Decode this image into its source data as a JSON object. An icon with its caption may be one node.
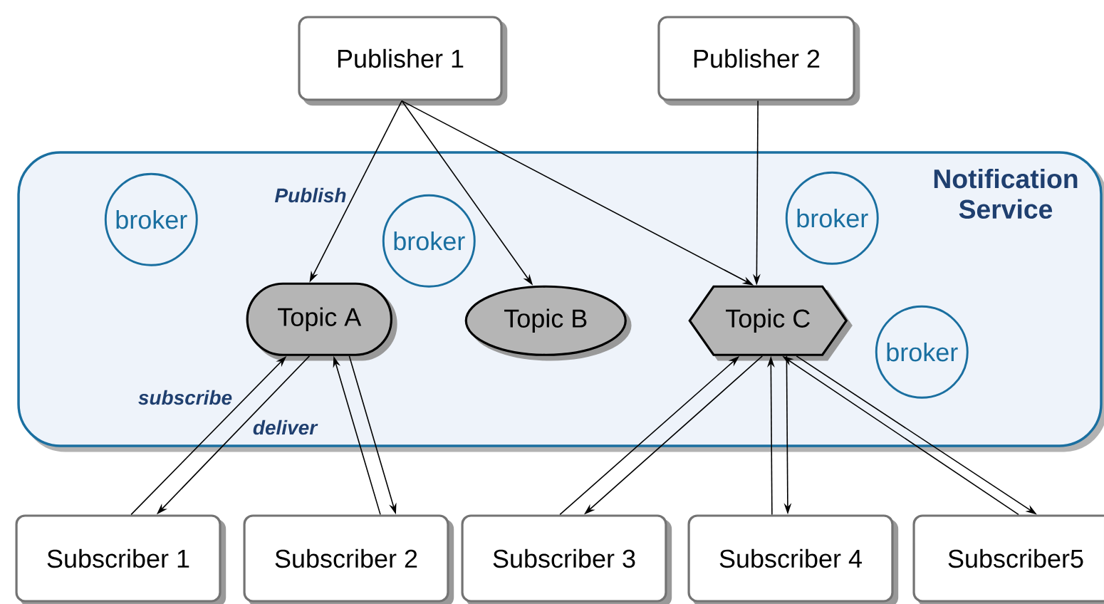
{
  "diagram": {
    "nodes": [
      {
        "text": [
          "Publisher 1"
        ]
      },
      {
        "text": [
          "Publisher 2"
        ]
      },
      {
        "text": [
          "Notification Service"
        ]
      },
      {
        "text": [
          "broker"
        ],
        "in": 2
      },
      {
        "text": [
          "broker"
        ],
        "in": 2
      },
      {
        "text": [
          "broker"
        ],
        "in": 2
      },
      {
        "text": [
          "broker"
        ],
        "in": 2
      },
      {
        "text": [
          "Topic A"
        ],
        "in": 2
      },
      {
        "text": [
          "Topic B"
        ],
        "in": 2
      },
      {
        "text": [
          "Topic C"
        ],
        "in": 2
      },
      {
        "text": [
          "Subscriber 1"
        ]
      },
      {
        "text": [
          "Subscriber 2"
        ]
      },
      {
        "text": [
          "Subscriber 3"
        ]
      },
      {
        "text": [
          "Subscriber 4"
        ]
      },
      {
        "text": [
          "Subscriber5"
        ]
      }
    ],
    "edges": [
      {
        "from": 0,
        "to": 7,
        "arrow": "to",
        "label": "Publish"
      },
      {
        "from": 0,
        "to": 8,
        "arrow": "to"
      },
      {
        "from": 0,
        "to": 9,
        "arrow": "to"
      },
      {
        "from": 1,
        "to": 9,
        "arrow": "to"
      },
      {
        "from": 10,
        "to": 7,
        "arrow": "to",
        "label": "subscribe"
      },
      {
        "from": 7,
        "to": 10,
        "arrow": "to",
        "label": "deliver"
      },
      {
        "from": 11,
        "to": 7,
        "arrow": "to"
      },
      {
        "from": 7,
        "to": 11,
        "arrow": "to"
      },
      {
        "from": 12,
        "to": 9,
        "arrow": "to"
      },
      {
        "from": 9,
        "to": 12,
        "arrow": "to"
      },
      {
        "from": 13,
        "to": 9,
        "arrow": "to"
      },
      {
        "from": 9,
        "to": 13,
        "arrow": "to"
      },
      {
        "from": 14,
        "to": 9,
        "arrow": "to"
      },
      {
        "from": 9,
        "to": 14,
        "arrow": "to"
      }
    ]
  }
}
